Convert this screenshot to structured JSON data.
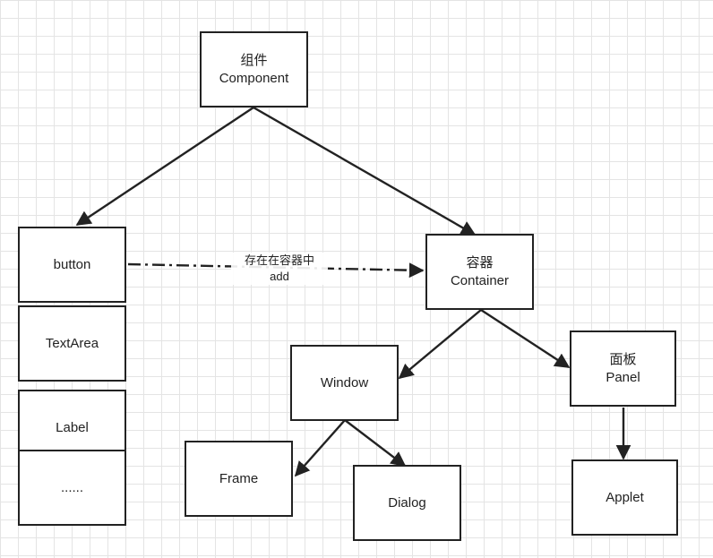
{
  "nodes": {
    "component": {
      "zh": "组件",
      "en": "Component"
    },
    "button": {
      "label": "button"
    },
    "textarea": {
      "label": "TextArea"
    },
    "label": {
      "label": "Label"
    },
    "more": {
      "label": "......"
    },
    "container": {
      "zh": "容器",
      "en": "Container"
    },
    "window": {
      "label": "Window"
    },
    "panel": {
      "zh": "面板",
      "en": "Panel"
    },
    "frame": {
      "label": "Frame"
    },
    "dialog": {
      "label": "Dialog"
    },
    "applet": {
      "label": "Applet"
    }
  },
  "edge_labels": {
    "add_zh": "存在在容器中",
    "add_en": "add"
  },
  "colors": {
    "line": "#222222",
    "grid": "#e4e4e4"
  }
}
